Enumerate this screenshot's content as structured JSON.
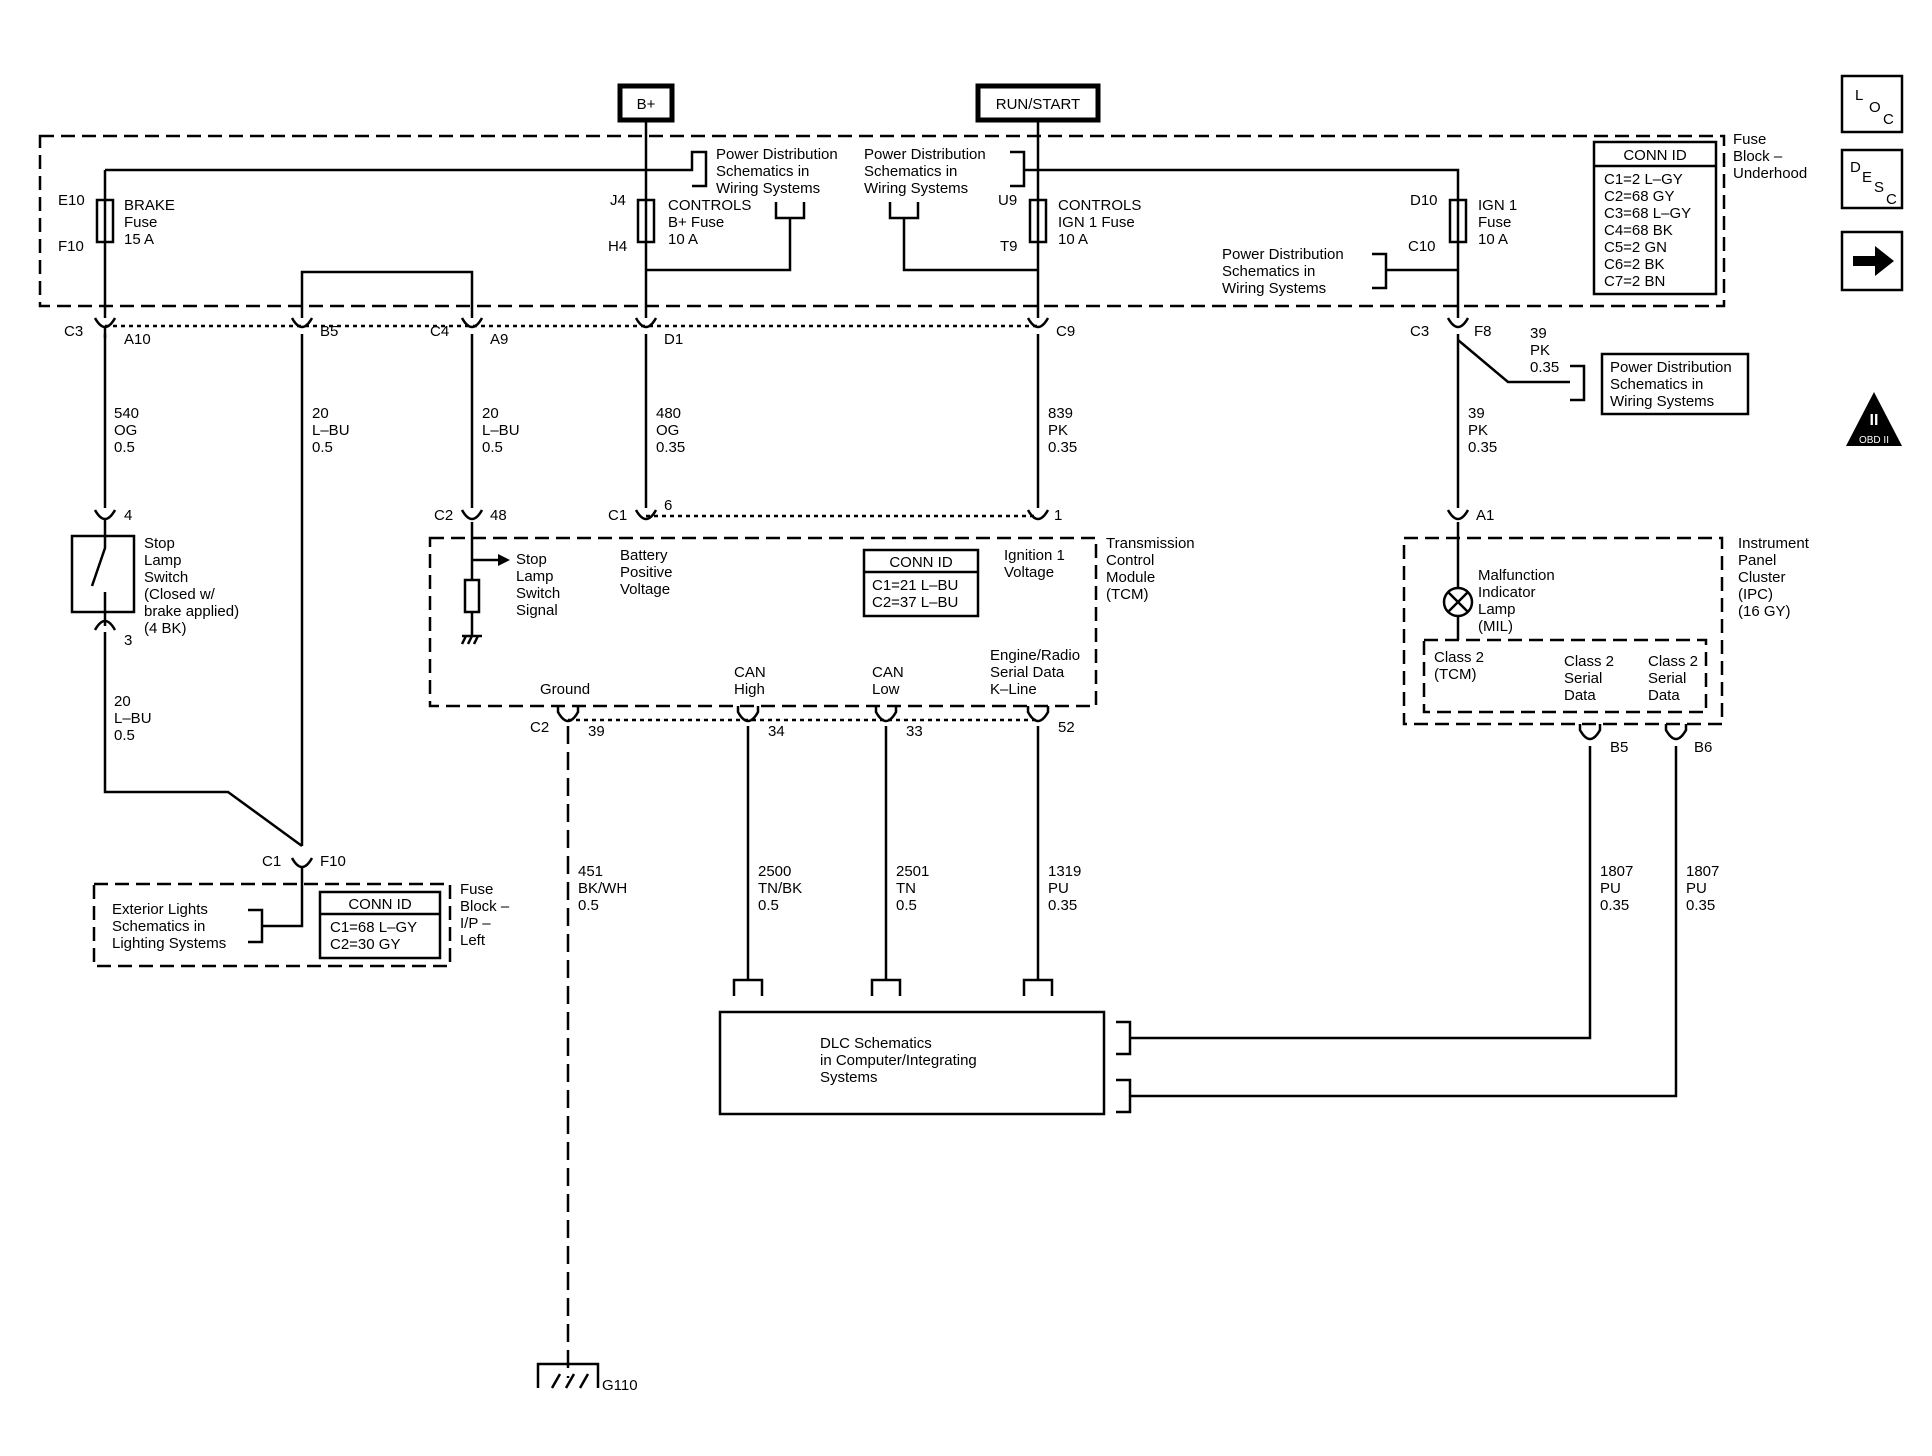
{
  "power": {
    "bplus": "B+",
    "runstart": "RUN/START"
  },
  "nav": {
    "loc": [
      "L",
      "O",
      "C"
    ],
    "desc": [
      "D",
      "E",
      "S",
      "C"
    ],
    "next": "next-arrow",
    "obd_top": "II",
    "obd_bottom": "OBD II"
  },
  "underhood": {
    "label": [
      "Fuse",
      "Block –",
      "Underhood"
    ],
    "conn_title": "CONN ID",
    "conn": [
      "C1=2 L–GY",
      "C2=68 GY",
      "C3=68 L–GY",
      "C4=68 BK",
      "C5=2 GN",
      "C6=2 BK",
      "C7=2 BN"
    ],
    "brake_fuse": {
      "top": "E10",
      "bottom": "F10",
      "lines": [
        "BRAKE",
        "Fuse",
        "15 A"
      ]
    },
    "controls_bplus_fuse": {
      "top": "J4",
      "bottom": "H4",
      "lines": [
        "CONTROLS",
        "B+ Fuse",
        "10 A"
      ]
    },
    "controls_ign_fuse": {
      "top": "U9",
      "bottom": "T9",
      "lines": [
        "CONTROLS",
        "IGN 1 Fuse",
        "10 A"
      ]
    },
    "ign1_fuse": {
      "top": "D10",
      "bottom": "C10",
      "lines": [
        "IGN 1",
        "Fuse",
        "10 A"
      ]
    },
    "pd_ref_left": [
      "Power Distribution",
      "Schematics in",
      "Wiring Systems"
    ],
    "pd_ref_mid": [
      "Power Distribution",
      "Schematics in",
      "Wiring Systems"
    ],
    "pd_ref_right": [
      "Power Distribution",
      "Schematics in",
      "Wiring Systems"
    ]
  },
  "connectors": {
    "c3_a10": [
      "C3",
      "A10"
    ],
    "b5": "B5",
    "c4_a9": [
      "C4",
      "A9"
    ],
    "d1": "D1",
    "c9": "C9",
    "c3_f8": [
      "C3",
      "F8"
    ],
    "stop_top": "4",
    "stop_bottom": "3",
    "c2_48": [
      "C2",
      "48"
    ],
    "c1_6": [
      "C1",
      "6"
    ],
    "pin1": "1",
    "a1": "A1",
    "c2_39": [
      "C2",
      "39"
    ],
    "p34": "34",
    "p33": "33",
    "p52": "52",
    "b5_ipc": "B5",
    "b6_ipc": "B6",
    "c1_f10": [
      "C1",
      "F10"
    ]
  },
  "wires": {
    "w540": [
      "540",
      "OG",
      "0.5"
    ],
    "w20a": [
      "20",
      "L–BU",
      "0.5"
    ],
    "w20b": [
      "20",
      "L–BU",
      "0.5"
    ],
    "w480": [
      "480",
      "OG",
      "0.35"
    ],
    "w839": [
      "839",
      "PK",
      "0.35"
    ],
    "w39a": [
      "39",
      "PK",
      "0.35"
    ],
    "w39b": [
      "39",
      "PK",
      "0.35"
    ],
    "w20c": [
      "20",
      "L–BU",
      "0.5"
    ],
    "w451": [
      "451",
      "BK/WH",
      "0.5"
    ],
    "w2500": [
      "2500",
      "TN/BK",
      "0.5"
    ],
    "w2501": [
      "2501",
      "TN",
      "0.5"
    ],
    "w1319": [
      "1319",
      "PU",
      "0.35"
    ],
    "w1807a": [
      "1807",
      "PU",
      "0.35"
    ],
    "w1807b": [
      "1807",
      "PU",
      "0.35"
    ]
  },
  "pd_ref_f8": [
    "Power Distribution",
    "Schematics in",
    "Wiring Systems"
  ],
  "stop_switch": [
    "Stop",
    "Lamp",
    "Switch",
    "(Closed w/",
    "brake applied)",
    "(4 BK)"
  ],
  "tcm": {
    "label": [
      "Transmission",
      "Control",
      "Module",
      "(TCM)"
    ],
    "conn_title": "CONN ID",
    "conn": [
      "C1=21 L–BU",
      "C2=37 L–BU"
    ],
    "stop_signal": [
      "Stop",
      "Lamp",
      "Switch",
      "Signal"
    ],
    "batt": [
      "Battery",
      "Positive",
      "Voltage"
    ],
    "ign": [
      "Ignition 1",
      "Voltage"
    ],
    "ground": "Ground",
    "can_high": [
      "CAN",
      "High"
    ],
    "can_low": [
      "CAN",
      "Low"
    ],
    "kline": [
      "Engine/Radio",
      "Serial Data",
      "K–Line"
    ]
  },
  "ipc": {
    "label": [
      "Instrument",
      "Panel",
      "Cluster",
      "(IPC)",
      "(16 GY)"
    ],
    "mil": [
      "Malfunction",
      "Indicator",
      "Lamp",
      "(MIL)"
    ],
    "class2_tcm": [
      "Class 2",
      "(TCM)"
    ],
    "class2_a": [
      "Class 2",
      "Serial",
      "Data"
    ],
    "class2_b": [
      "Class 2",
      "Serial",
      "Data"
    ]
  },
  "ip_fuse": {
    "label": [
      "Fuse",
      "Block –",
      "I/P –",
      "Left"
    ],
    "conn_title": "CONN ID",
    "conn": [
      "C1=68 L–GY",
      "C2=30 GY"
    ],
    "ext_ref": [
      "Exterior Lights",
      "Schematics in",
      "Lighting Systems"
    ]
  },
  "dlc": [
    "DLC Schematics",
    "in Computer/Integrating",
    "Systems"
  ],
  "ground": "G110"
}
